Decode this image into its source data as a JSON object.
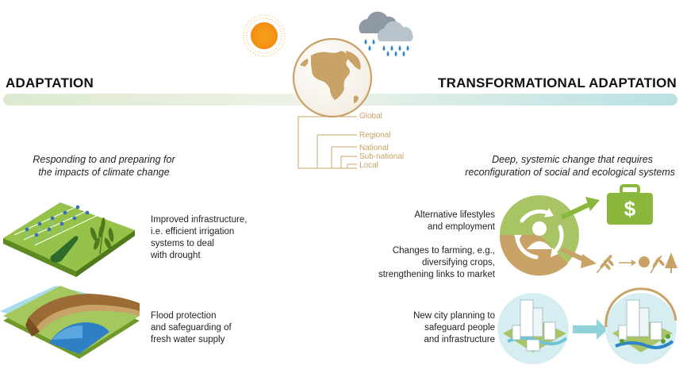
{
  "headings": {
    "left": "ADAPTATION",
    "right": "TRANSFORMATIONAL ADAPTATION"
  },
  "subtitles": {
    "left_line1": "Responding to and preparing for",
    "left_line2": "the impacts of climate change",
    "right_line1": "Deep, systemic change that requires",
    "right_line2": "reconfiguration of social and ecological systems"
  },
  "scales": [
    "Global",
    "Regional",
    "National",
    "Sub-national",
    "Local"
  ],
  "left_items": [
    {
      "lines": [
        "Improved infrastructure,",
        "i.e. efficient irrigation",
        "systems to deal",
        "with drought"
      ]
    },
    {
      "lines": [
        "Flood protection",
        "and safeguarding of",
        "fresh water supply"
      ]
    }
  ],
  "right_items": [
    {
      "lines": [
        "Alternative lifestyles",
        "and employment"
      ]
    },
    {
      "lines": [
        "Changes to farming, e.g.,",
        "diversifying crops,",
        "strengthening links to market"
      ]
    },
    {
      "lines": [
        "New city planning to",
        "safeguard people",
        "and infrastructure"
      ]
    }
  ],
  "icons": {
    "sun": "sun-icon",
    "cloud": "rain-cloud-icon",
    "globe": "globe-icon",
    "money": "money-bag-icon",
    "person_cycle": "person-cycle-icon"
  },
  "colors": {
    "spectrum_left": "#d9e8c9",
    "spectrum_right": "#bfe3e6",
    "tan": "#c8a267",
    "green": "#8ab83c",
    "teal": "#8fd2d8"
  },
  "symbols": {
    "currency": "$"
  }
}
